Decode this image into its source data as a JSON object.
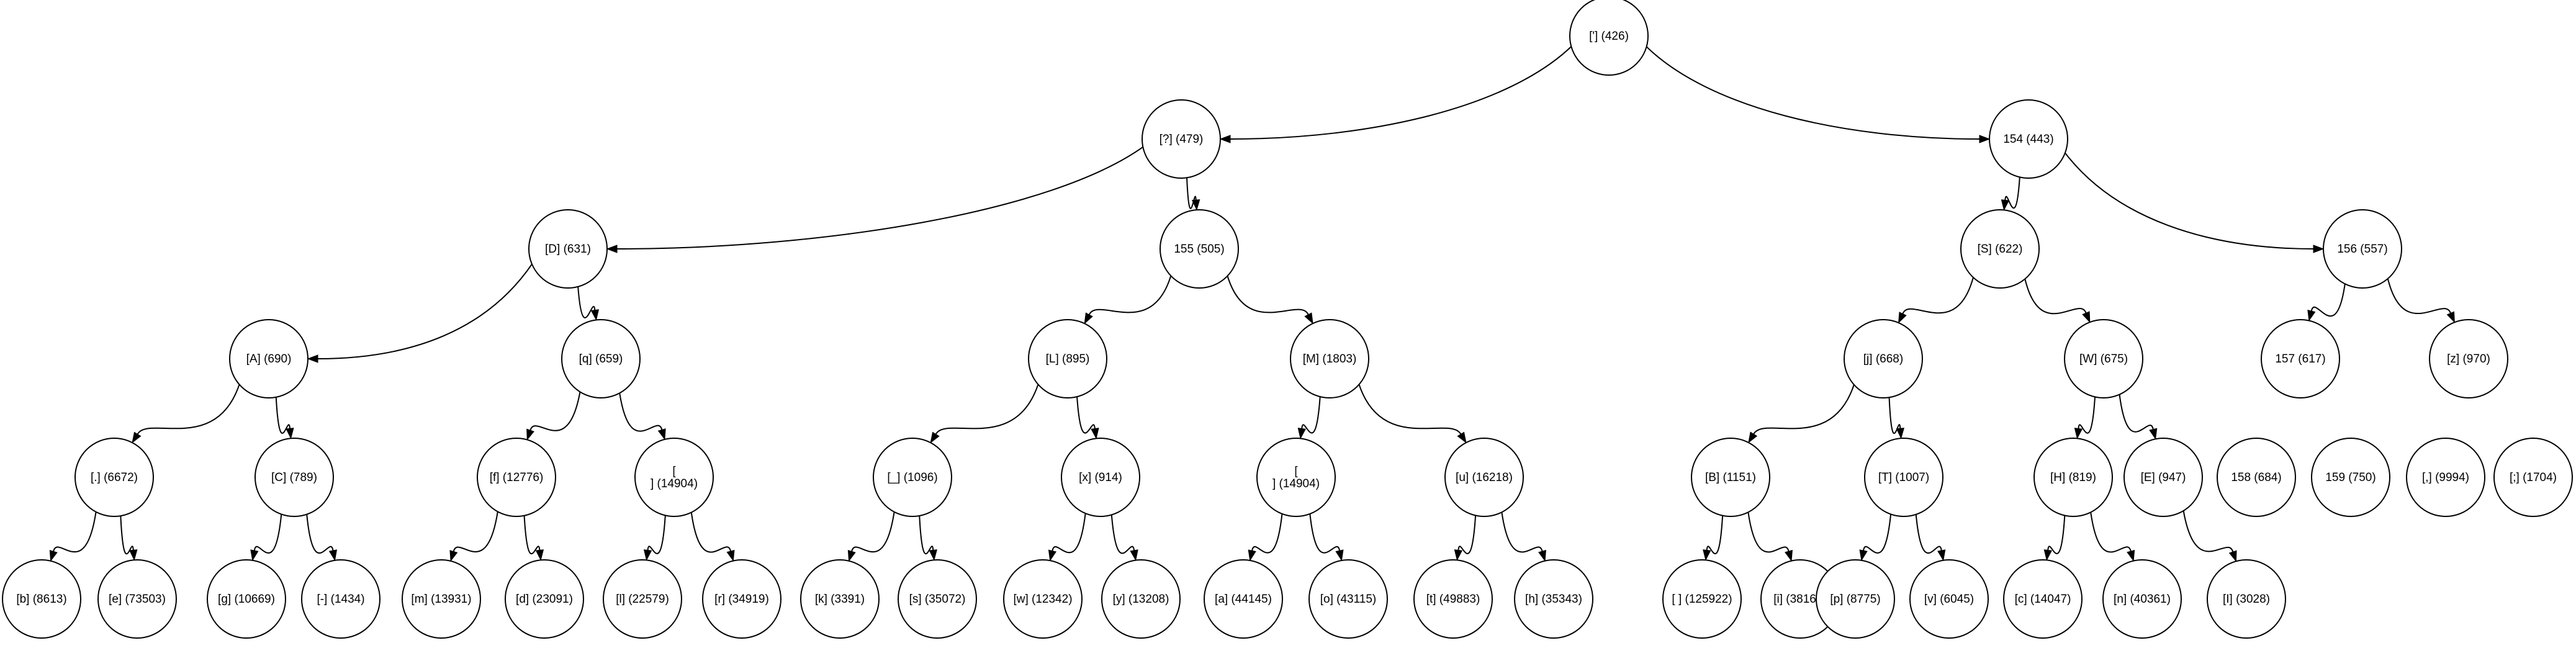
{
  "nodes": [
    {
      "id": "n0",
      "label": "['] (426)"
    },
    {
      "id": "n1",
      "label": "[?] (479)"
    },
    {
      "id": "n2",
      "label": "154 (443)"
    },
    {
      "id": "n3",
      "label": "[D] (631)"
    },
    {
      "id": "n4",
      "label": "155 (505)"
    },
    {
      "id": "n5",
      "label": "[S] (622)"
    },
    {
      "id": "n6",
      "label": "156 (557)"
    },
    {
      "id": "n7",
      "label": "[A] (690)"
    },
    {
      "id": "n8",
      "label": "[q] (659)"
    },
    {
      "id": "n9",
      "label": "[L] (895)"
    },
    {
      "id": "n10",
      "label": "[M] (1803)"
    },
    {
      "id": "n11",
      "label": "[j] (668)"
    },
    {
      "id": "n12",
      "label": "[W] (675)"
    },
    {
      "id": "n13",
      "label": "157 (617)"
    },
    {
      "id": "n14",
      "label": "[z] (970)"
    },
    {
      "id": "n15",
      "label": "[.] (6672)"
    },
    {
      "id": "n16",
      "label": "[C] (789)"
    },
    {
      "id": "n17",
      "label": "[f] (12776)"
    },
    {
      "id": "n18",
      "label": "[\n] (14904)"
    },
    {
      "id": "n19",
      "label": "[_] (1096)"
    },
    {
      "id": "n20",
      "label": "[x] (914)"
    },
    {
      "id": "n21",
      "label": "[\n] (14904)"
    },
    {
      "id": "n22",
      "label": "[u] (16218)"
    },
    {
      "id": "n23",
      "label": "[B] (1151)"
    },
    {
      "id": "n24",
      "label": "[T] (1007)"
    },
    {
      "id": "n25",
      "label": "[H] (819)"
    },
    {
      "id": "n26",
      "label": "[E] (947)"
    },
    {
      "id": "n27",
      "label": "158 (684)"
    },
    {
      "id": "n28",
      "label": "159 (750)"
    },
    {
      "id": "n29",
      "label": "[,] (9994)"
    },
    {
      "id": "n30",
      "label": "[;] (1704)"
    },
    {
      "id": "n31",
      "label": "[b] (8613)"
    },
    {
      "id": "n32",
      "label": "[e] (73503)"
    },
    {
      "id": "n33",
      "label": "[g] (10669)"
    },
    {
      "id": "n34",
      "label": "[-] (1434)"
    },
    {
      "id": "n35",
      "label": "[m] (13931)"
    },
    {
      "id": "n36",
      "label": "[d] (23091)"
    },
    {
      "id": "n37",
      "label": "[l] (22579)"
    },
    {
      "id": "n38",
      "label": "[r] (34919)"
    },
    {
      "id": "n39",
      "label": "[k] (3391)"
    },
    {
      "id": "n40",
      "label": "[s] (35072)"
    },
    {
      "id": "n41",
      "label": "[w] (12342)"
    },
    {
      "id": "n42",
      "label": "[y] (13208)"
    },
    {
      "id": "n43",
      "label": "[a] (44145)"
    },
    {
      "id": "n44",
      "label": "[o] (43115)"
    },
    {
      "id": "n45",
      "label": "[t] (49883)"
    },
    {
      "id": "n46",
      "label": "[h] (35343)"
    },
    {
      "id": "n47",
      "label": "[ ] (125922)"
    },
    {
      "id": "n48",
      "label": "[i] (38169)"
    },
    {
      "id": "n49",
      "label": "[p] (8775)"
    },
    {
      "id": "n50",
      "label": "[v] (6045)"
    },
    {
      "id": "n51",
      "label": "[c] (14047)"
    },
    {
      "id": "n52",
      "label": "[n] (40361)"
    },
    {
      "id": "n53",
      "label": "[I] (3028)"
    }
  ],
  "edges": [
    [
      "n0",
      "n1"
    ],
    [
      "n0",
      "n2"
    ],
    [
      "n1",
      "n3"
    ],
    [
      "n1",
      "n4"
    ],
    [
      "n2",
      "n5"
    ],
    [
      "n2",
      "n6"
    ],
    [
      "n3",
      "n7"
    ],
    [
      "n3",
      "n8"
    ],
    [
      "n4",
      "n9"
    ],
    [
      "n4",
      "n10"
    ],
    [
      "n5",
      "n11"
    ],
    [
      "n5",
      "n12"
    ],
    [
      "n6",
      "n13"
    ],
    [
      "n6",
      "n14"
    ],
    [
      "n7",
      "n15"
    ],
    [
      "n7",
      "n16"
    ],
    [
      "n8",
      "n17"
    ],
    [
      "n8",
      "n18"
    ],
    [
      "n9",
      "n19"
    ],
    [
      "n9",
      "n20"
    ],
    [
      "n10",
      "n21"
    ],
    [
      "n10",
      "n22"
    ],
    [
      "n11",
      "n23"
    ],
    [
      "n11",
      "n24"
    ],
    [
      "n12",
      "n25"
    ],
    [
      "n12",
      "n26"
    ],
    [
      "n15",
      "n31"
    ],
    [
      "n15",
      "n32"
    ],
    [
      "n16",
      "n33"
    ],
    [
      "n16",
      "n34"
    ],
    [
      "n17",
      "n35"
    ],
    [
      "n17",
      "n36"
    ],
    [
      "n18",
      "n37"
    ],
    [
      "n18",
      "n38"
    ],
    [
      "n19",
      "n39"
    ],
    [
      "n19",
      "n40"
    ],
    [
      "n20",
      "n41"
    ],
    [
      "n20",
      "n42"
    ],
    [
      "n21",
      "n43"
    ],
    [
      "n21",
      "n44"
    ],
    [
      "n22",
      "n45"
    ],
    [
      "n22",
      "n46"
    ],
    [
      "n23",
      "n47"
    ],
    [
      "n23",
      "n48"
    ],
    [
      "n24",
      "n49"
    ],
    [
      "n24",
      "n50"
    ],
    [
      "n25",
      "n51"
    ],
    [
      "n25",
      "n52"
    ],
    [
      "n26",
      "n53"
    ]
  ]
}
